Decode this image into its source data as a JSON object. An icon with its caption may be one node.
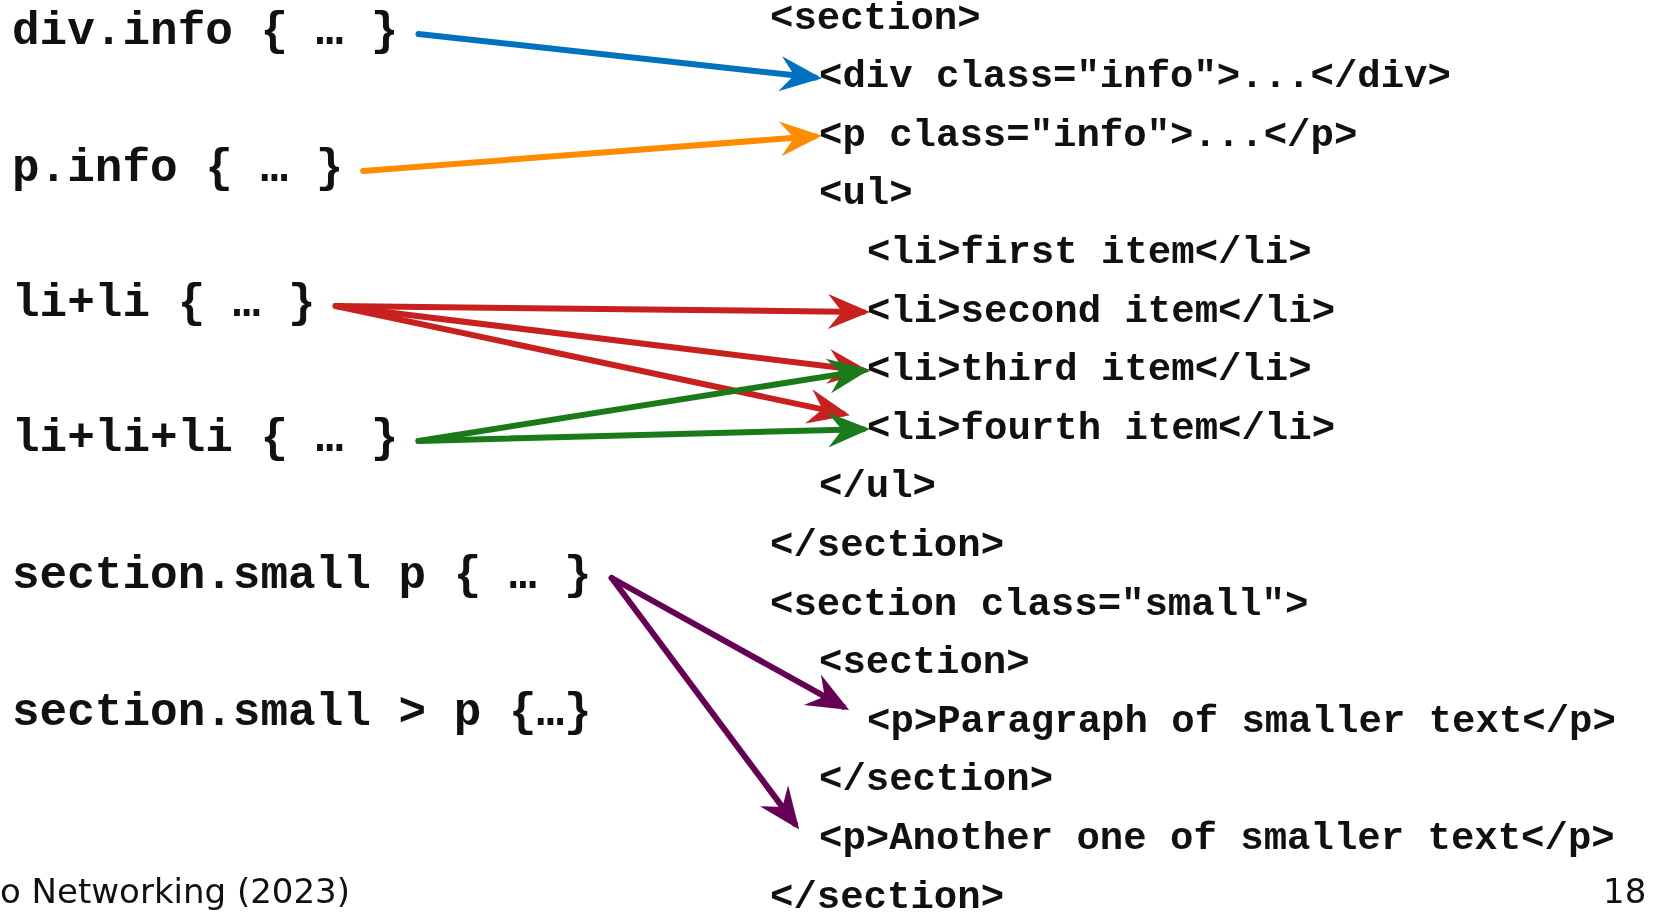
{
  "diagram": {
    "nodes": [
      {
        "text": [
          "div.info { … }"
        ]
      },
      {
        "text": [
          "p.info { … }"
        ]
      },
      {
        "text": [
          "li+li { … }"
        ]
      },
      {
        "text": [
          "li+li+li { … }"
        ]
      },
      {
        "text": [
          "section.small p { … }"
        ]
      },
      {
        "text": [
          "section.small > p {…}"
        ]
      },
      {
        "text": [
          "<div class=\"info\">...</div>"
        ]
      },
      {
        "text": [
          "<p class=\"info\">...</p>"
        ]
      },
      {
        "text": [
          "<li>second item</li>"
        ]
      },
      {
        "text": [
          "<li>third item</li>"
        ]
      },
      {
        "text": [
          "<li>fourth item</li>"
        ]
      },
      {
        "text": [
          "<p>Paragraph of smaller text</p>"
        ]
      },
      {
        "text": [
          "<p>Another one of smaller text</p>"
        ]
      }
    ],
    "edges": [
      {
        "from": 0,
        "to": 6,
        "arrow": "to",
        "color": "#0070c0"
      },
      {
        "from": 1,
        "to": 7,
        "arrow": "to",
        "color": "#ff8c00"
      },
      {
        "from": 2,
        "to": 8,
        "arrow": "to",
        "color": "#c8201e"
      },
      {
        "from": 2,
        "to": 9,
        "arrow": "to",
        "color": "#c8201e"
      },
      {
        "from": 2,
        "to": 10,
        "arrow": "to",
        "color": "#c8201e"
      },
      {
        "from": 3,
        "to": 9,
        "arrow": "to",
        "color": "#1a7a1a"
      },
      {
        "from": 3,
        "to": 10,
        "arrow": "to",
        "color": "#1a7a1a"
      },
      {
        "from": 4,
        "to": 11,
        "arrow": "to",
        "color": "#660055"
      },
      {
        "from": 4,
        "to": 12,
        "arrow": "to",
        "color": "#660055"
      }
    ],
    "labels": [
      "<section>",
      "<ul>",
      "<li>first item</li>",
      "</ul>",
      "</section>",
      "<section class=\"small\">",
      "<section>",
      "</section>",
      "</section>",
      "o Networking (2023)",
      "18"
    ]
  }
}
